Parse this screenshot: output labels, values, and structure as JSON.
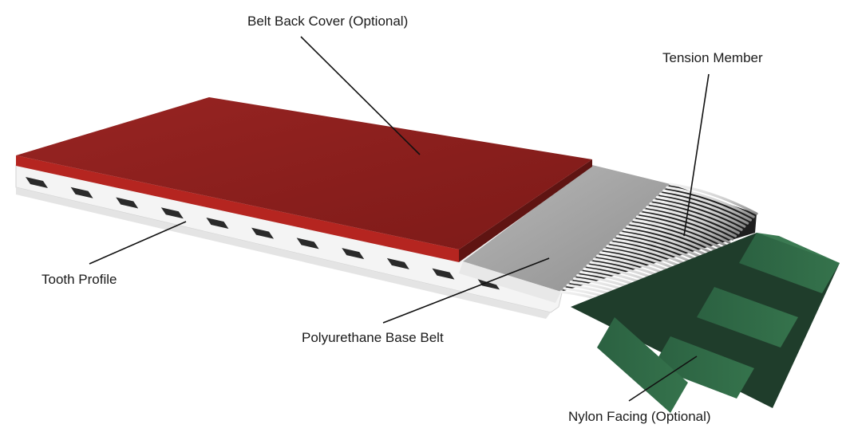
{
  "diagram": {
    "labels": {
      "belt_back_cover": "Belt Back Cover (Optional)",
      "tension_member": "Tension Member",
      "tooth_profile": "Tooth Profile",
      "polyurethane_base_belt": "Polyurethane Base Belt",
      "nylon_facing": "Nylon Facing (Optional)"
    },
    "colors": {
      "back_cover": "#8c1f1d",
      "back_cover_edge": "#b52520",
      "base_belt": "#a9a9a9",
      "base_belt_edge": "#e6e6e6",
      "tension_cords": "#d8d8d8",
      "nylon_facing": "#2f6a45",
      "nylon_dark": "#16281e"
    }
  }
}
